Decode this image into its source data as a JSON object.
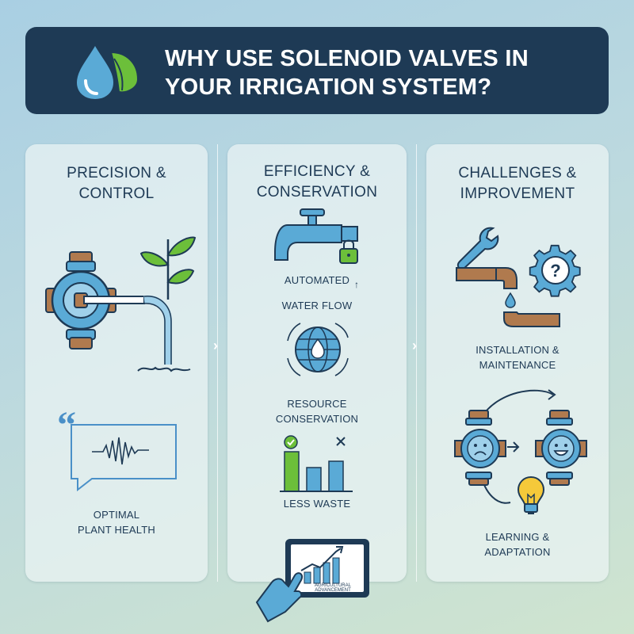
{
  "header": {
    "title_line1": "WHY USE SOLENOID VALVES IN",
    "title_line2": "YOUR IRRIGATION SYSTEM?",
    "logo_icon": "water-drop-leaf-icon"
  },
  "colors": {
    "navy": "#1e3a55",
    "blue": "#5aaad6",
    "green": "#6cbf3a",
    "copper": "#b07a4e",
    "yellow": "#f5c93a"
  },
  "panels": [
    {
      "heading_line1": "PRECISION &",
      "heading_line2": "CONTROL",
      "labels": [
        "OPTIMAL",
        "PLANT HEALTH"
      ],
      "icons": [
        "solenoid-valve-icon",
        "plant-sprout-icon",
        "water-stream-icon",
        "speech-bubble-waveform-icon"
      ]
    },
    {
      "heading_line1": "EFFICIENCY &",
      "heading_line2": "CONSERVATION",
      "labels": [
        "AUTOMATED",
        "WATER FLOW",
        "RESOURCE",
        "CONSERVATION",
        "LESS WASTE"
      ],
      "tablet_text": "AGRICULTURAL ADVANCEMENT",
      "icons": [
        "faucet-lock-icon",
        "globe-water-cycle-icon",
        "bar-chart-check-icon",
        "tablet-chart-icon"
      ]
    },
    {
      "heading_line1": "CHALLENGES &",
      "heading_line2": "IMPROVEMENT",
      "labels": [
        "INSTALLATION &",
        "MAINTENANCE",
        "LEARNING &",
        "ADAPTATION"
      ],
      "icons": [
        "wrench-pipe-icon",
        "gear-question-icon",
        "sad-valve-icon",
        "happy-valve-icon",
        "lightbulb-icon"
      ]
    }
  ]
}
